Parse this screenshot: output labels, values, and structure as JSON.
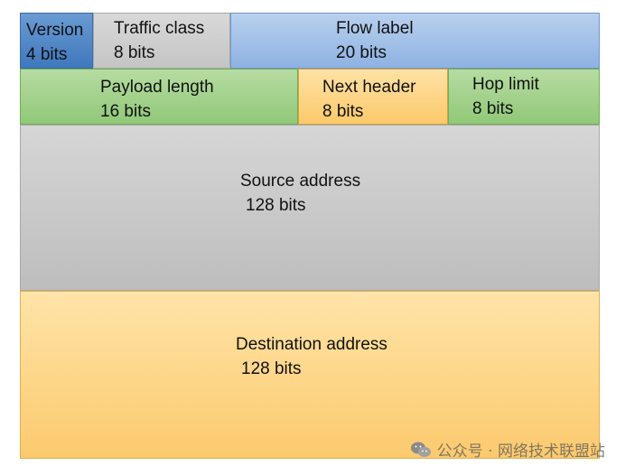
{
  "fields": {
    "version": {
      "name": "Version",
      "size": "4 bits",
      "color": "#4f87c6"
    },
    "traffic_class": {
      "name": "Traffic class",
      "size": "8 bits",
      "color": "#cfcfcf"
    },
    "flow_label": {
      "name": "Flow label",
      "size": "20 bits",
      "color": "#a3c1e8"
    },
    "payload_length": {
      "name": "Payload length",
      "size": "16 bits",
      "color": "#a3d28c"
    },
    "next_header": {
      "name": "Next header",
      "size": "8 bits",
      "color": "#fdd589"
    },
    "hop_limit": {
      "name": "Hop limit",
      "size": "8 bits",
      "color": "#a3d28c"
    },
    "source_address": {
      "name": "Source address",
      "size": "128 bits",
      "color": "#c9c9c9"
    },
    "destination_address": {
      "name": "Destination address",
      "size": "128 bits",
      "color": "#fdd589"
    }
  },
  "watermark": {
    "text": "公众号 · 网络技术联盟站",
    "icon": "wechat-icon"
  }
}
